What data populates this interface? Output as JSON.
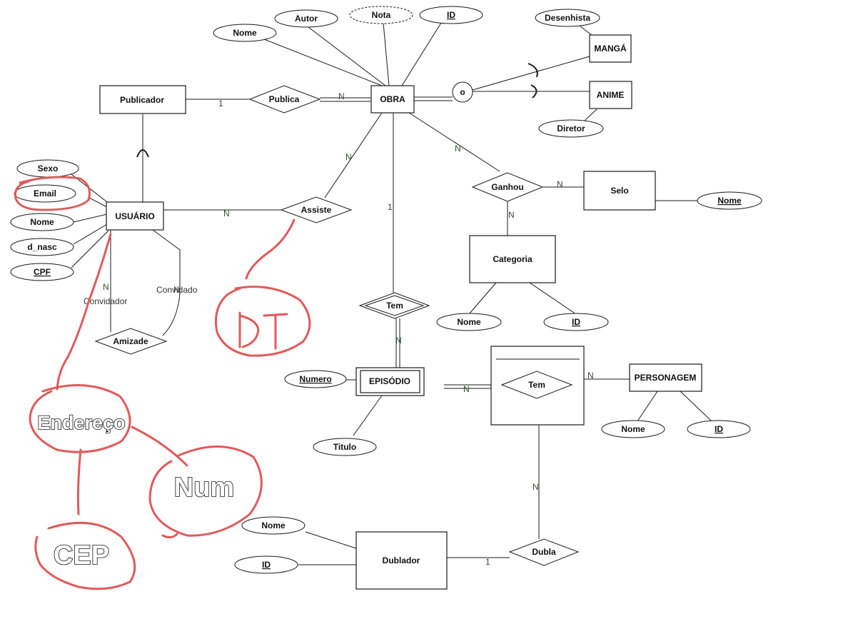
{
  "entities": {
    "publicador": "Publicador",
    "obra": "OBRA",
    "manga": "MANGÁ",
    "anime": "ANIME",
    "usuario": "USUÁRIO",
    "selo": "Selo",
    "categoria": "Categoria",
    "episodio": "EPISÓDIO",
    "personagem": "PERSONAGEM",
    "dublador": "Dublador"
  },
  "relationships": {
    "publica": "Publica",
    "assiste": "Assiste",
    "ganhou": "Ganhou",
    "tem_obra_episodio": "Tem",
    "tem_episodio_personagem": "Tem",
    "amizade": "Amizade",
    "dubla": "Dubla"
  },
  "attributes": {
    "obra": {
      "nome": "Nome",
      "autor": "Autor",
      "nota": "Nota",
      "id": "ID"
    },
    "manga": {
      "desenhista": "Desenhista"
    },
    "anime": {
      "diretor": "Diretor"
    },
    "usuario": {
      "sexo": "Sexo",
      "email": "Email",
      "nome": "Nome",
      "d_nasc": "d_nasc",
      "cpf": "CPF"
    },
    "selo": {
      "nome": "Nome"
    },
    "categoria": {
      "nome": "Nome",
      "id": "ID"
    },
    "episodio": {
      "numero": "Numero",
      "titulo": "Titulo"
    },
    "personagem": {
      "nome": "Nome",
      "id": "ID"
    },
    "dublador": {
      "nome": "Nome",
      "id": "ID"
    }
  },
  "specialization": {
    "symbol": "o"
  },
  "cardinalities": {
    "publicador_publica": "1",
    "publica_obra": "N",
    "obra_assiste": "N",
    "usuario_assiste": "N",
    "obra_ganhou": "N",
    "ganhou_selo": "N",
    "ganhou_categoria": "N",
    "obra_tem": "1",
    "tem_episodio": "N",
    "episodio_tem": "N",
    "tem_personagem": "N",
    "tem_dubla": "N",
    "dublador_dubla": "1",
    "amizade_left": "N",
    "amizade_right": "N"
  },
  "roles": {
    "convidador": "Convidador",
    "convidado": "Convidado"
  },
  "annotations": {
    "dt": "DT",
    "endereco": "Endereço",
    "num": "Num",
    "cep": "CEP"
  }
}
